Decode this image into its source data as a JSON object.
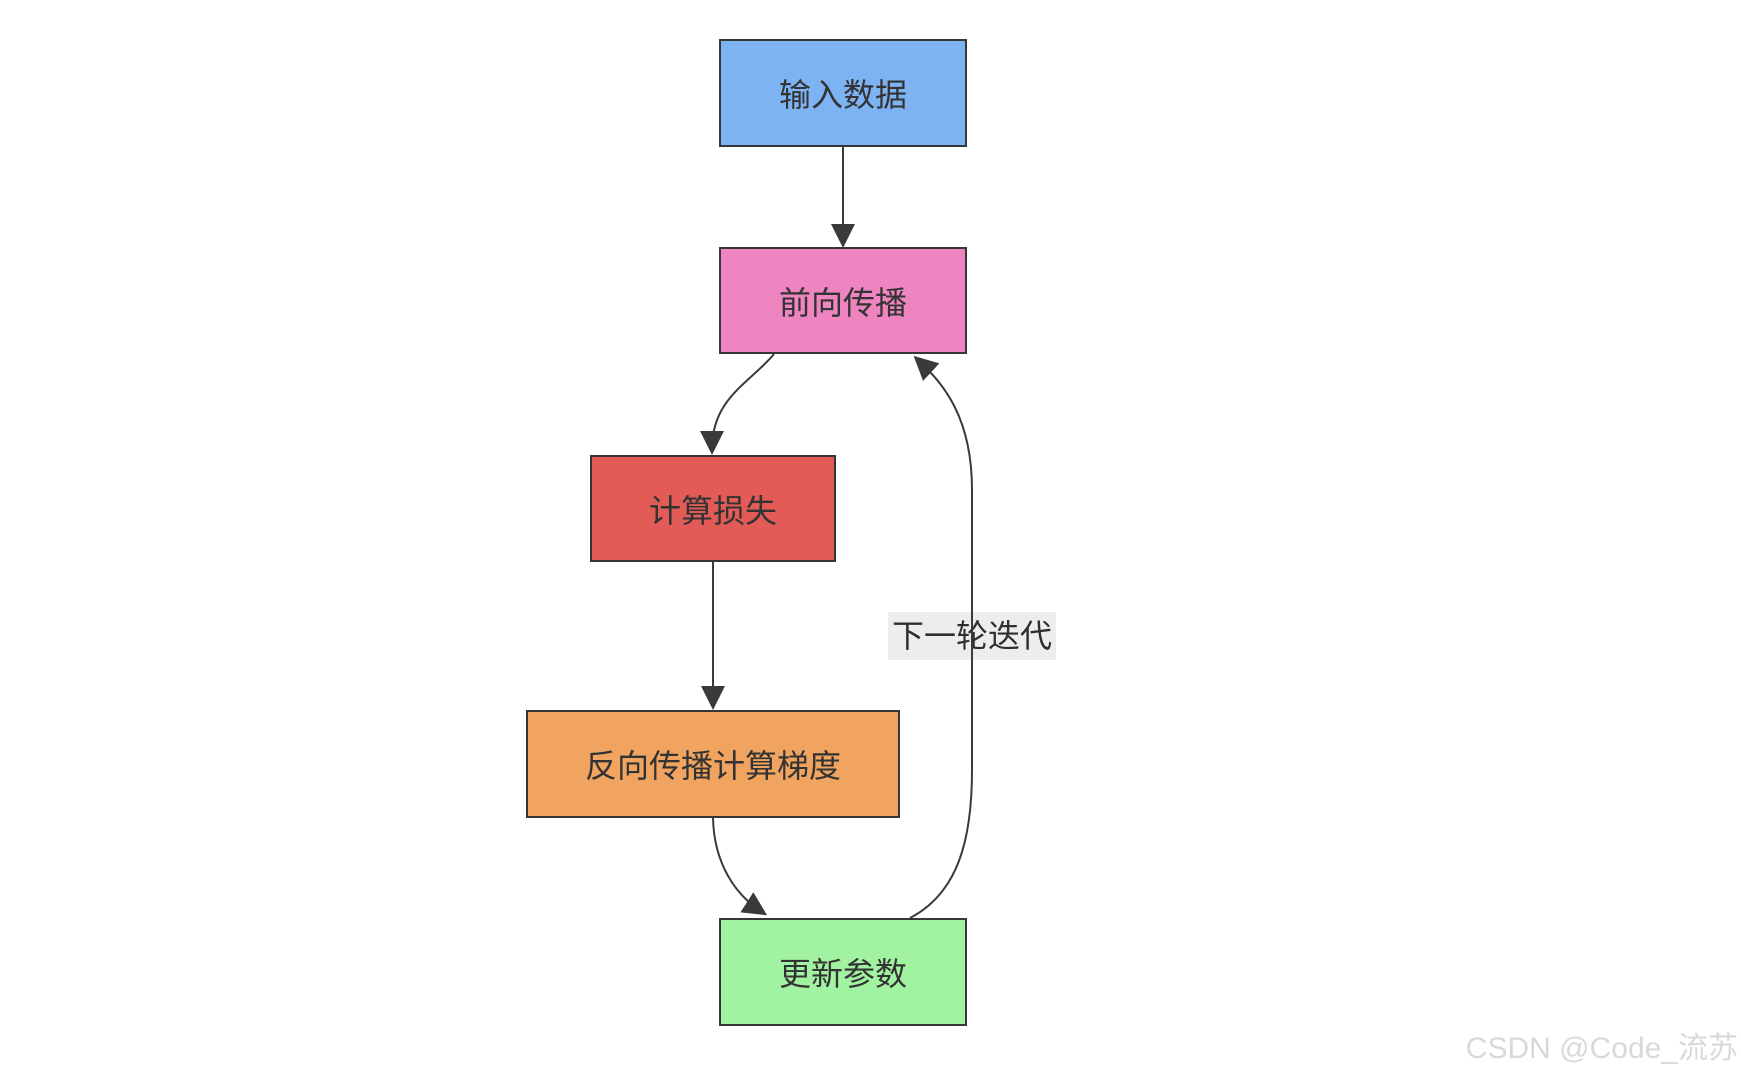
{
  "diagram": {
    "title_hint": "training-loop-flowchart",
    "nodes": [
      {
        "id": "input-data",
        "label": "输入数据",
        "fill": "#7db3f2"
      },
      {
        "id": "forward-pass",
        "label": "前向传播",
        "fill": "#ee84c0"
      },
      {
        "id": "compute-loss",
        "label": "计算损失",
        "fill": "#e35b57"
      },
      {
        "id": "backprop-gradients",
        "label": "反向传播计算梯度",
        "fill": "#f0a45f"
      },
      {
        "id": "update-params",
        "label": "更新参数",
        "fill": "#a2f3a1"
      }
    ],
    "edges": [
      {
        "from": "input-data",
        "to": "forward-pass",
        "label": ""
      },
      {
        "from": "forward-pass",
        "to": "compute-loss",
        "label": ""
      },
      {
        "from": "compute-loss",
        "to": "backprop-gradients",
        "label": ""
      },
      {
        "from": "backprop-gradients",
        "to": "update-params",
        "label": ""
      },
      {
        "from": "update-params",
        "to": "forward-pass",
        "label": "下一轮迭代"
      }
    ],
    "edge_label": "下一轮迭代",
    "colors": {
      "node_border": "#363636",
      "arrow": "#3a3a3a",
      "edge_label_bg": "#ededed",
      "node_text": "#333333",
      "watermark_text": "#d9d9d9"
    }
  },
  "watermark": {
    "text": "CSDN @Code_流苏"
  }
}
